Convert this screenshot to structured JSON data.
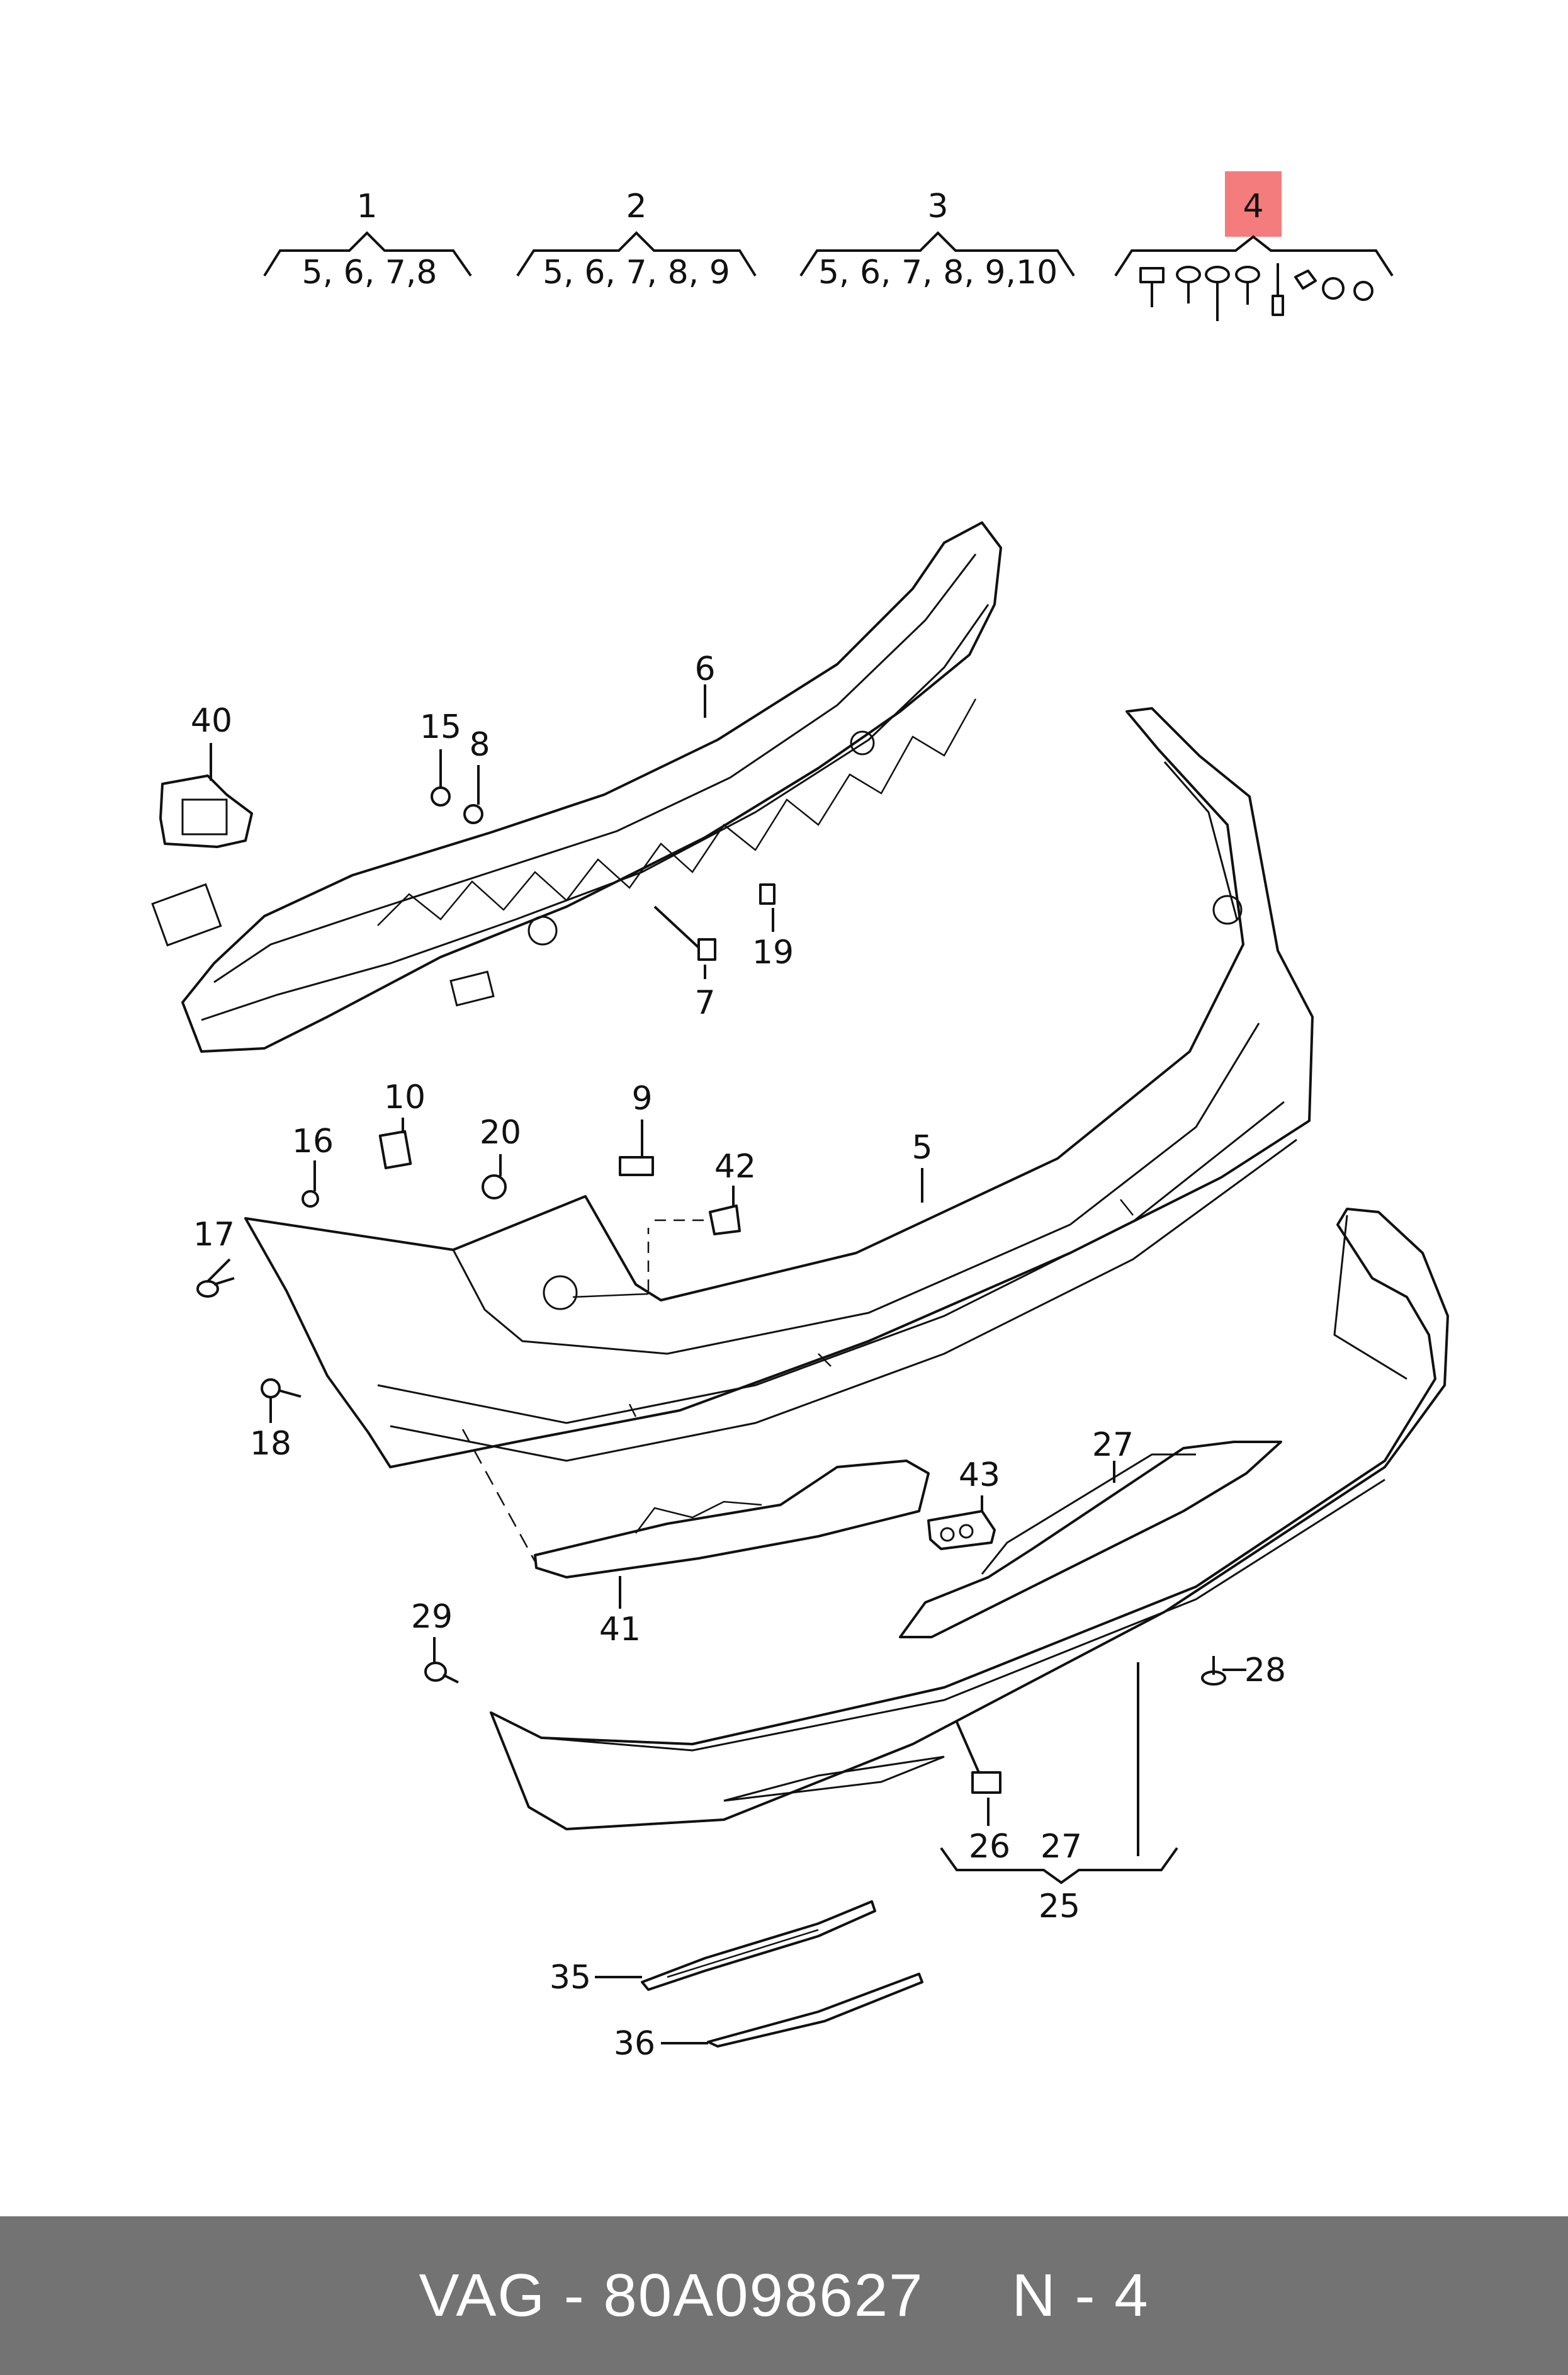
{
  "sets": [
    {
      "number": "1",
      "contents": "5, 6, 7,8"
    },
    {
      "number": "2",
      "contents": "5, 6, 7, 8, 9"
    },
    {
      "number": "3",
      "contents": "5, 6, 7, 8, 9,10"
    },
    {
      "number": "4",
      "contents": ""
    }
  ],
  "highlight_color": "#f47c7c",
  "labels": {
    "p5": "5",
    "p6": "6",
    "p7": "7",
    "p8": "8",
    "p9": "9",
    "p10": "10",
    "p15": "15",
    "p16": "16",
    "p17": "17",
    "p18": "18",
    "p19": "19",
    "p20": "20",
    "p25": "25",
    "p26": "26",
    "p27a": "27",
    "p27b": "27",
    "p28": "28",
    "p29": "29",
    "p35": "35",
    "p36": "36",
    "p40": "40",
    "p41": "41",
    "p42": "42",
    "p43": "43"
  },
  "footer": {
    "brand": "VAG - 80A098627",
    "ref": "N - 4"
  }
}
